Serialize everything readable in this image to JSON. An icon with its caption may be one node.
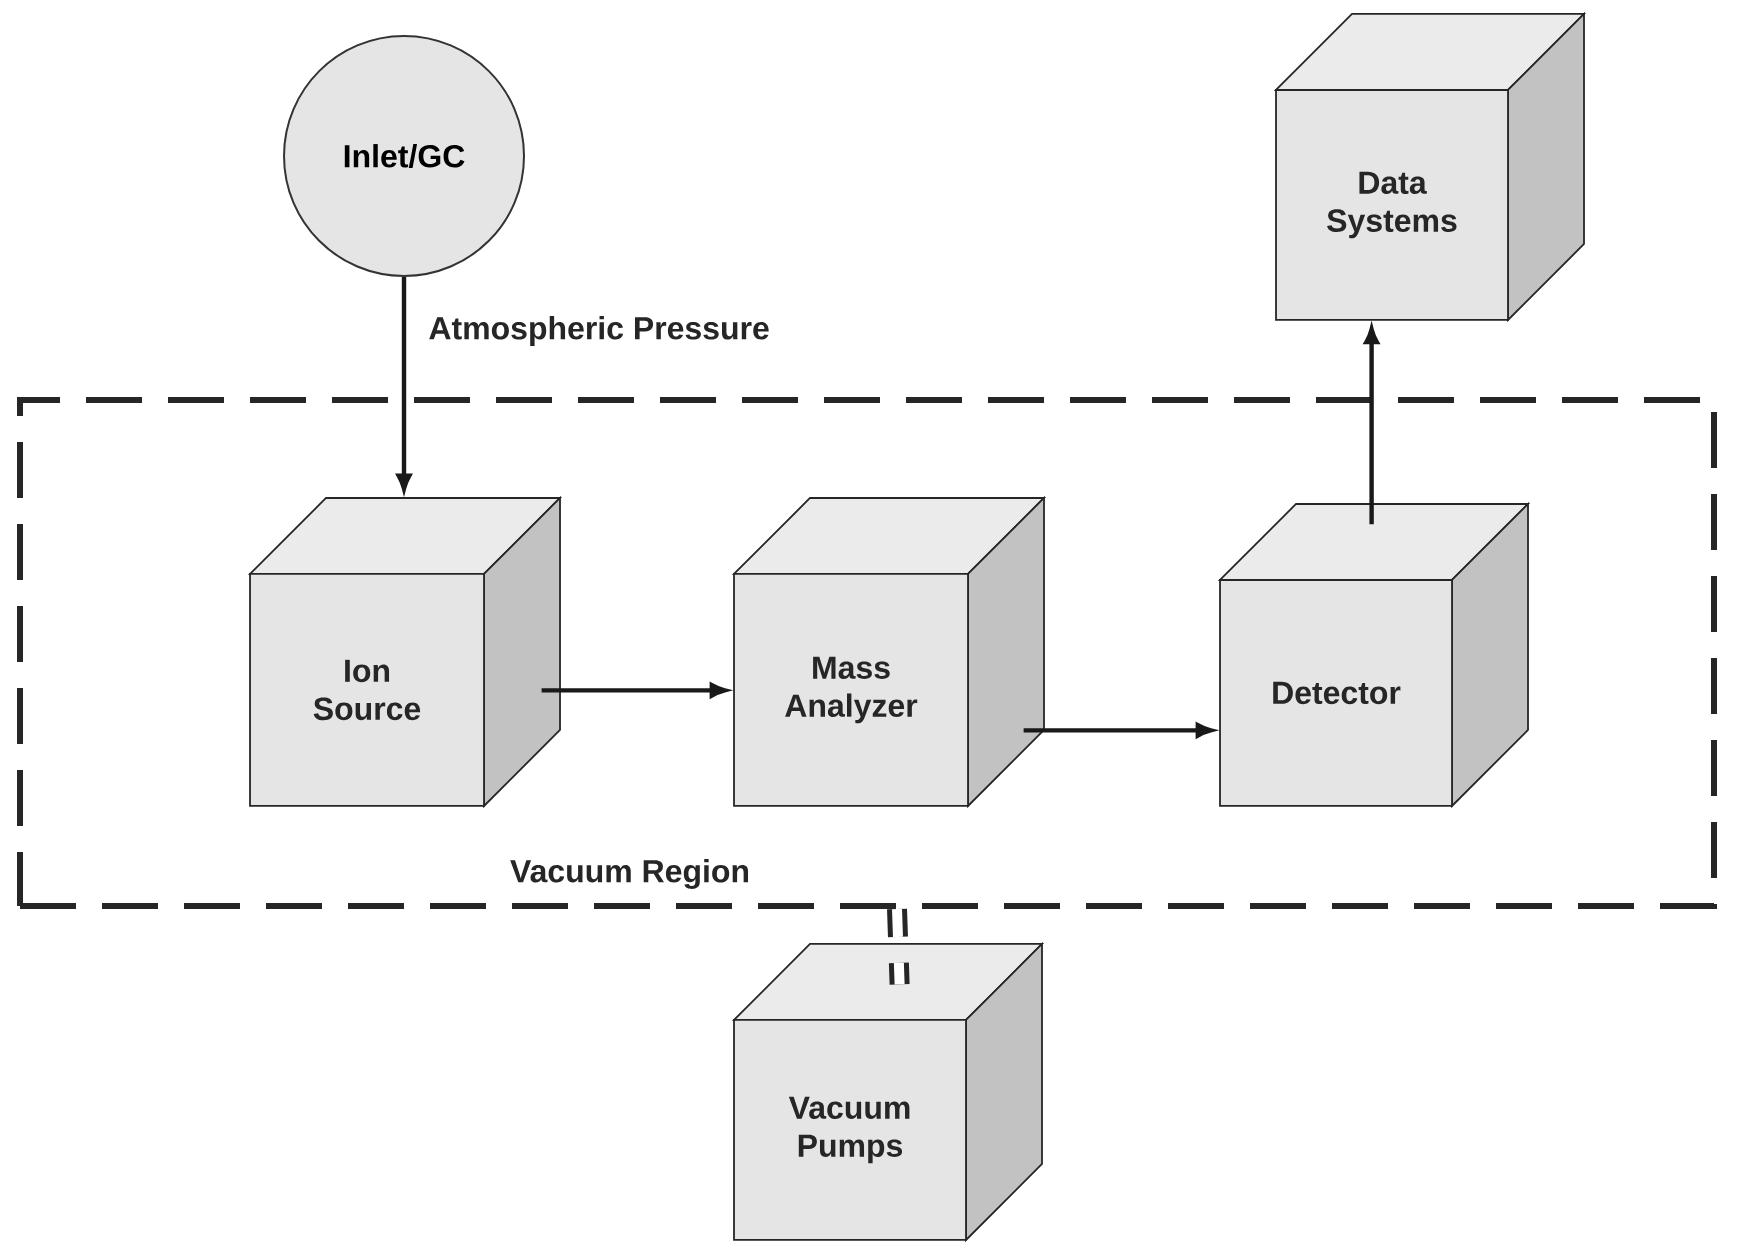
{
  "diagram": {
    "nodes": [
      {
        "text": [
          "Inlet/GC"
        ]
      },
      {
        "text": [
          "Data Systems"
        ]
      },
      {
        "text": [
          "Vacuum Region"
        ]
      },
      {
        "text": [
          "Ion Source"
        ],
        "in": 2
      },
      {
        "text": [
          "Mass Analyzer"
        ],
        "in": 2
      },
      {
        "text": [
          "Detector"
        ],
        "in": 2
      },
      {
        "text": [
          "Vacuum Pumps"
        ]
      }
    ],
    "edges": [
      {
        "from": 0,
        "to": 3,
        "arrow": "to",
        "label": "Atmospheric Pressure"
      },
      {
        "from": 3,
        "to": 4,
        "arrow": "to"
      },
      {
        "from": 4,
        "to": 5,
        "arrow": "to"
      },
      {
        "from": 5,
        "to": 1,
        "arrow": "to"
      },
      {
        "from": 2,
        "to": 6,
        "arrow": "none",
        "style": "dashed"
      }
    ]
  }
}
